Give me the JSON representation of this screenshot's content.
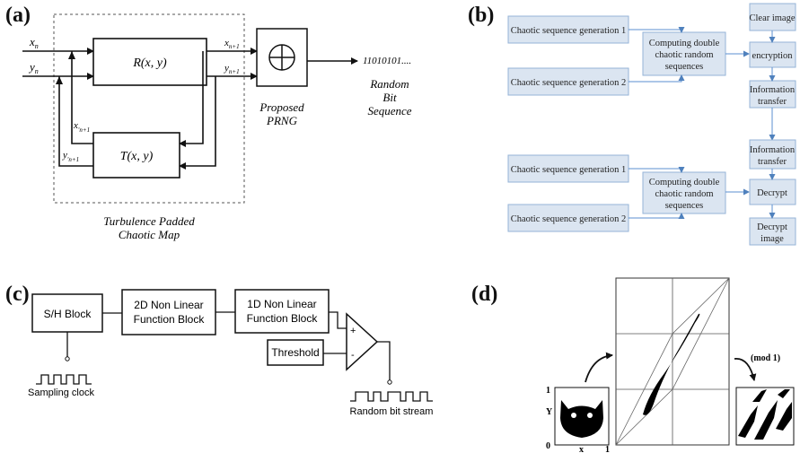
{
  "panels": {
    "a": {
      "label": "(a)"
    },
    "b": {
      "label": "(b)"
    },
    "c": {
      "label": "(c)"
    },
    "d": {
      "label": "(d)"
    }
  },
  "diagram_a": {
    "input_x": "x",
    "input_x_sub": "n",
    "input_y": "y",
    "input_y_sub": "n",
    "r_block": "R(x, y)",
    "t_block": "T(x, y)",
    "out_x": "x",
    "out_x_sub": "n+1",
    "out_y": "y",
    "out_y_sub": "n+1",
    "fb_x": "x",
    "fb_x_sub": "n+1",
    "fb_y": "y",
    "fb_y_sub": "n+1",
    "prng_label_1": "Proposed",
    "prng_label_2": "PRNG",
    "bits": "11010101....",
    "bits_label_1": "Random",
    "bits_label_2": "Bit",
    "bits_label_3": "Sequence",
    "dashed_label_1": "Turbulence Padded",
    "dashed_label_2": "Chaotic Map"
  },
  "diagram_b": {
    "gen1_top": "Chaotic sequence generation 1",
    "gen2_top": "Chaotic sequence generation 2",
    "compute_top_1": "Computing double",
    "compute_top_2": "chaotic random",
    "compute_top_3": "sequences",
    "clear_image": "Clear image",
    "encryption": "encryption",
    "info_transfer_1a": "Information",
    "info_transfer_1b": "transfer",
    "info_transfer_2a": "Information",
    "info_transfer_2b": "transfer",
    "gen1_bottom": "Chaotic sequence generation 1",
    "gen2_bottom": "Chaotic sequence generation 2",
    "compute_bot_1": "Computing double",
    "compute_bot_2": "chaotic random",
    "compute_bot_3": "sequences",
    "decrypt": "Decrypt",
    "decrypt_image_1": "Decrypt",
    "decrypt_image_2": "image"
  },
  "diagram_c": {
    "sh_block": "S/H Block",
    "nl2d_1": "2D Non Linear",
    "nl2d_2": "Function Block",
    "nl1d_1": "1D Non Linear",
    "nl1d_2": "Function Block",
    "threshold": "Threshold",
    "plus": "+",
    "minus": "-",
    "sampling_clock": "Sampling clock",
    "random_bit_stream": "Random bit stream"
  },
  "diagram_d": {
    "y_axis": "Y",
    "x_axis": "x",
    "tick_one_y": "1",
    "tick_zero": "0",
    "tick_one_x": "1",
    "mod_label": "(mod 1)"
  }
}
